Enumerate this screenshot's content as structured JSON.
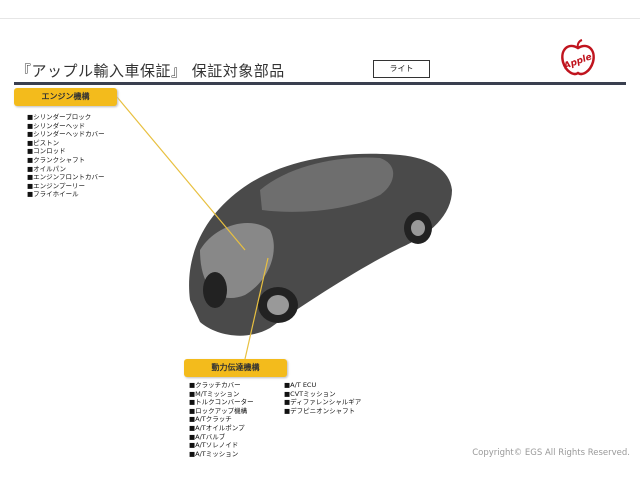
{
  "title": "『アップル輸入車保証』 保証対象部品",
  "plan_button": "ライト",
  "logo_text": "Apple",
  "engine": {
    "label": "エンジン機構",
    "items": [
      "シリンダーブロック",
      "シリンダーヘッド",
      "シリンダーヘッドカバー",
      "ピストン",
      "コンロッド",
      "クランクシャフト",
      "オイルパン",
      "エンジンフロントカバー",
      "エンジンプーリー",
      "フライホイール"
    ]
  },
  "drivetrain": {
    "label": "動力伝達機構",
    "items_col1": [
      "クラッチカバー",
      "M/Tミッション",
      "トルクコンバーター",
      "ロックアップ機構",
      "A/Tクラッチ",
      "A/Tオイルポンプ",
      "A/Tバルブ",
      "A/Tソレノイド",
      "A/Tミッション"
    ],
    "items_col2": [
      "A/T ECU",
      "CVTミッション",
      "ディファレンシャルギア",
      "デフピニオンシャフト"
    ]
  },
  "copyright": "Copyright© EGS All Rights Reserved.",
  "colors": {
    "accent": "#f3bb1c",
    "rule": "#3a3f4f",
    "logo": "#c0141e"
  }
}
